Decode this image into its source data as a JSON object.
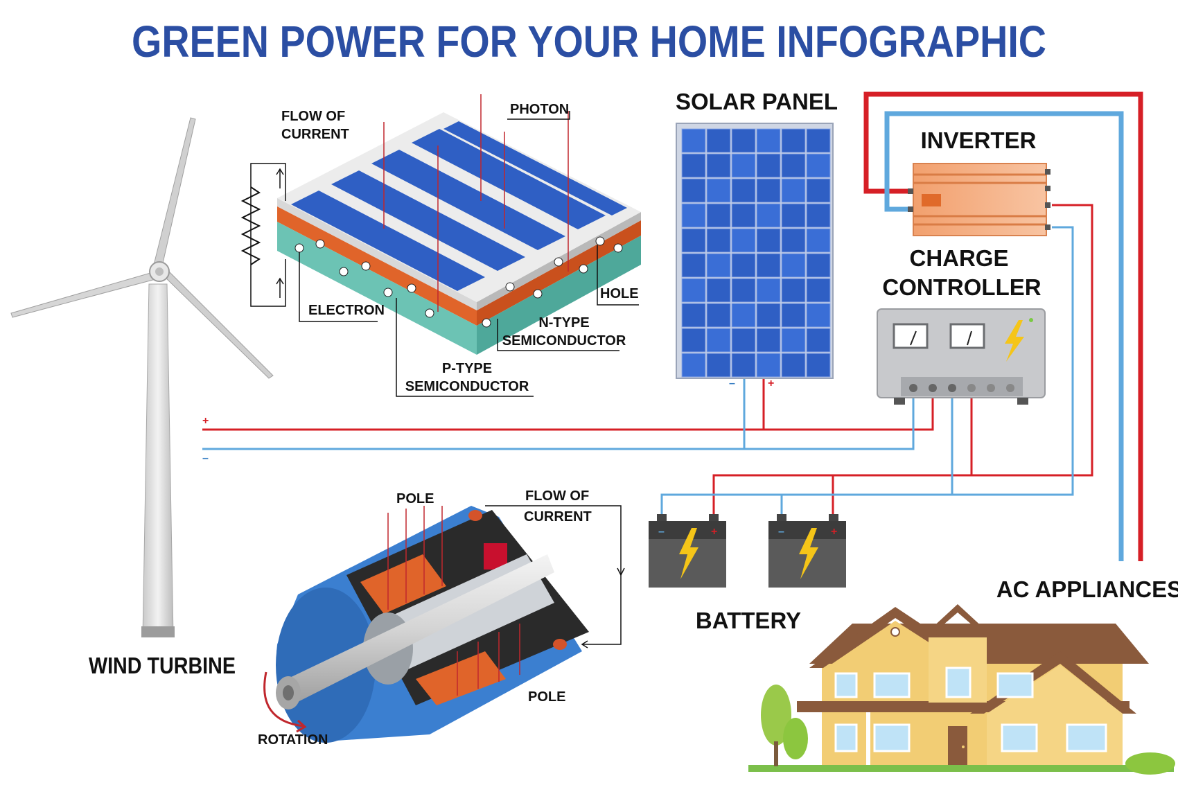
{
  "title": "GREEN POWER FOR YOUR HOME INFOGRAPHIC",
  "labels": {
    "solar_panel": "SOLAR PANEL",
    "inverter": "INVERTER",
    "charge_controller_line1": "CHARGE",
    "charge_controller_line2": "CONTROLLER",
    "wind_turbine": "WIND TURBINE",
    "battery": "BATTERY",
    "ac_appliances": "AC APPLIANCES"
  },
  "solar_cell": {
    "flow_of_current_line1": "FLOW OF",
    "flow_of_current_line2": "CURRENT",
    "photon": "PHOTON",
    "electron": "ELECTRON",
    "hole": "HOLE",
    "n_type_line1": "N-TYPE",
    "n_type_line2": "SEMICONDUCTOR",
    "p_type_line1": "P-TYPE",
    "p_type_line2": "SEMICONDUCTOR"
  },
  "generator": {
    "pole_top": "POLE",
    "pole_bottom": "POLE",
    "flow_of_current_line1": "FLOW OF",
    "flow_of_current_line2": "CURRENT",
    "rotation": "ROTATION"
  },
  "signs": {
    "plus": "+",
    "minus": "–"
  },
  "colors": {
    "title": "#2b4ea3",
    "positive_wire": "#d61f26",
    "negative_wire": "#5fa8dd",
    "panel_blue": "#2f5fc4",
    "generator_blue": "#3b7fd0",
    "house_wall": "#f2cd74",
    "roof": "#8a5a3c"
  }
}
